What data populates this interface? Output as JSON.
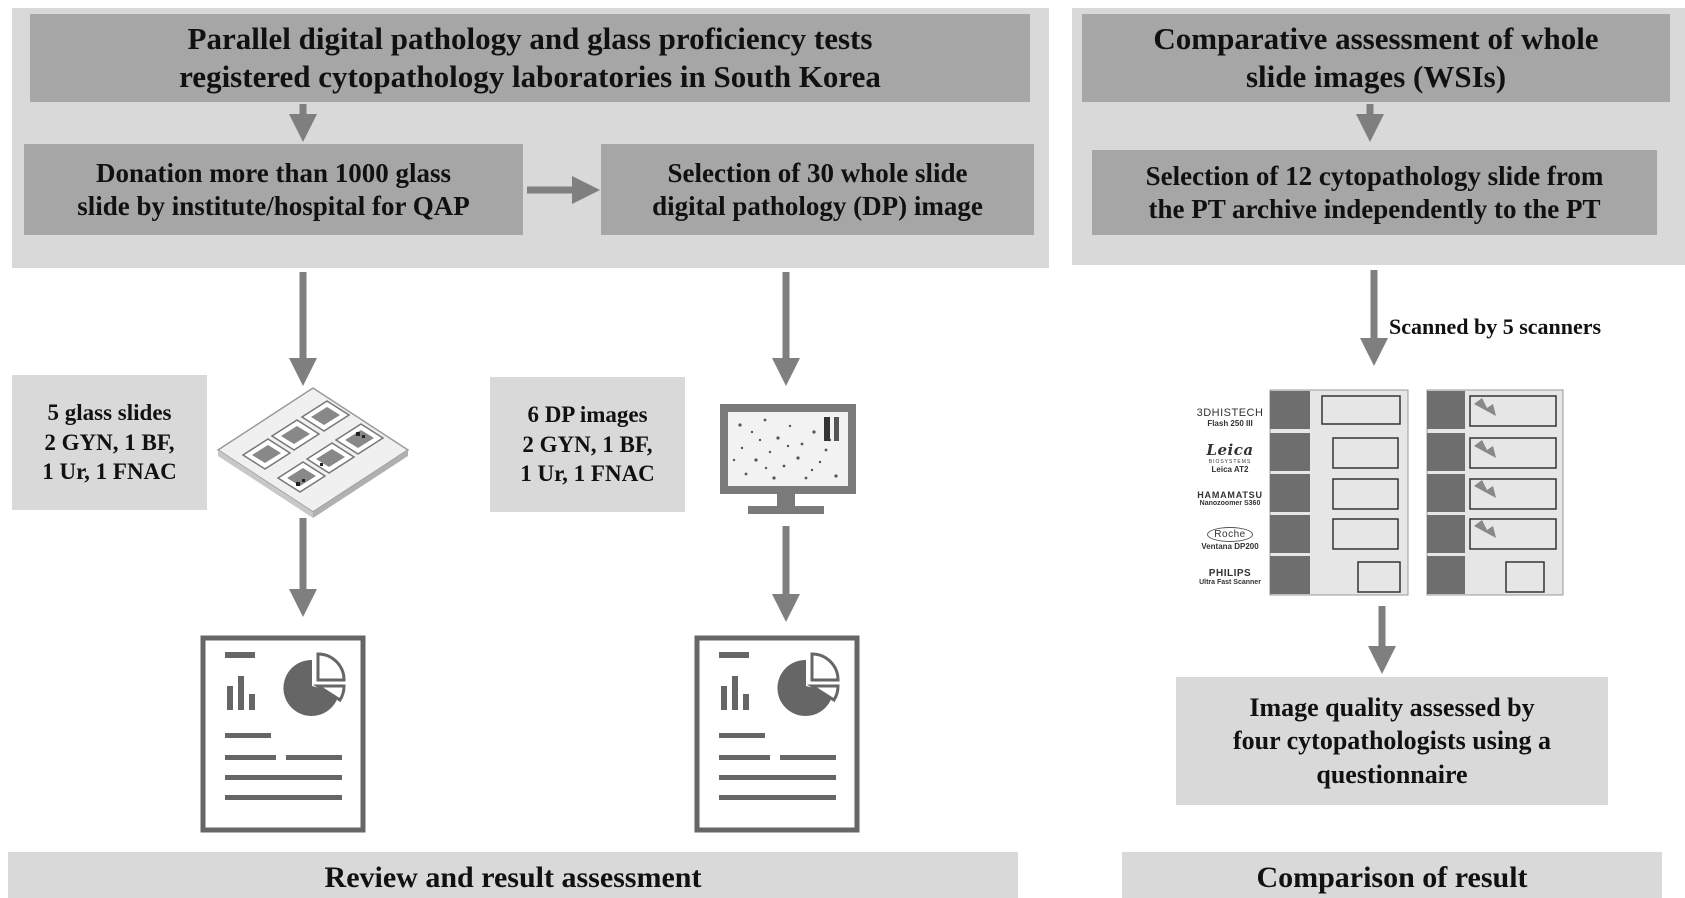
{
  "left": {
    "header": {
      "line1": "Parallel digital pathology and glass proficiency tests",
      "line2": "registered cytopathology laboratories in South Korea"
    },
    "donation": {
      "line1": "Donation more than 1000 glass",
      "line2": "slide by institute/hospital  for QAP"
    },
    "selection": {
      "line1": "Selection of 30 whole slide",
      "line2": "digital pathology (DP) image"
    },
    "glass": {
      "line1": "5 glass slides",
      "line2": "2 GYN, 1 BF,",
      "line3": "1 Ur, 1 FNAC"
    },
    "dp": {
      "line1": "6 DP images",
      "line2": "2 GYN, 1 BF,",
      "line3": "1 Ur, 1 FNAC"
    },
    "footer": "Review and result assessment"
  },
  "right": {
    "header": {
      "line1": "Comparative assessment of whole",
      "line2": "slide images (WSIs)"
    },
    "selection": {
      "line1": "Selection of 12 cytopathology slide from",
      "line2": "the PT archive independently to the PT"
    },
    "scanned_note": "Scanned by 5 scanners",
    "scanners": [
      {
        "brand": "3DHISTECH",
        "model": "Flash 250 III"
      },
      {
        "brand": "Leica",
        "sub": "BIOSYSTEMS",
        "model": "Leica AT2"
      },
      {
        "brand": "HAMAMATSU",
        "model": "Nanozoomer S360"
      },
      {
        "brand": "Roche",
        "model": "Ventana DP200"
      },
      {
        "brand": "PHILIPS",
        "model": "Ultra Fast Scanner"
      }
    ],
    "quality": {
      "line1": "Image quality assessed by",
      "line2": "four cytopathologists using a",
      "line3": "questionnaire"
    },
    "footer": "Comparison of result"
  },
  "colors": {
    "panel": "#d9d9d9",
    "box": "#a6a6a6",
    "arrow": "#7f7f7f",
    "icon": "#666666"
  }
}
